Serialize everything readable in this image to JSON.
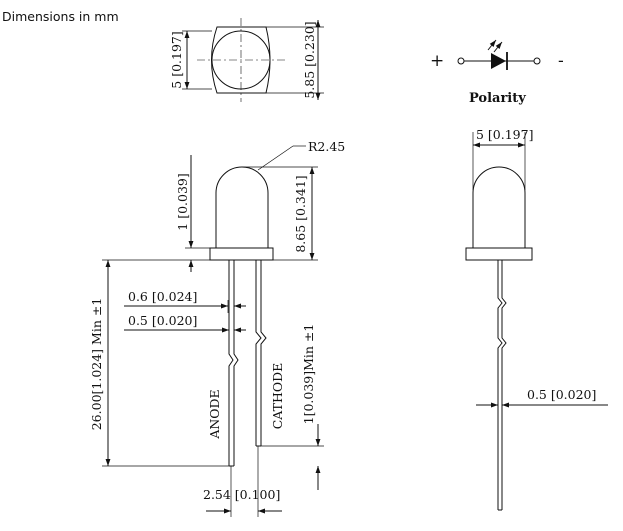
{
  "header": {
    "units_note": "Dimensions in mm"
  },
  "top_view": {
    "diameter_label": "5 [0.197]",
    "flange_label": "5.85 [0.230]"
  },
  "polarity": {
    "plus": "+",
    "minus": "-",
    "title": "Polarity"
  },
  "side_view": {
    "radius_label": "R2.45",
    "flange_height_label": "1 [0.039]",
    "body_height_label": "8.65 [0.341]",
    "lead_length_label": "26.00[1.024] Min ±1",
    "lead_width_label": "0.6 [0.024]",
    "lead_thickness_label": "0.5 [0.020]",
    "standoff_label": "1[0.039]Min ±1",
    "anode_label": "ANODE",
    "cathode_label": "CATHODE",
    "pitch_label": "2.54 [0.100]"
  },
  "front_view": {
    "diameter_label": "5 [0.197]",
    "lead_label": "0.5 [0.020]"
  }
}
